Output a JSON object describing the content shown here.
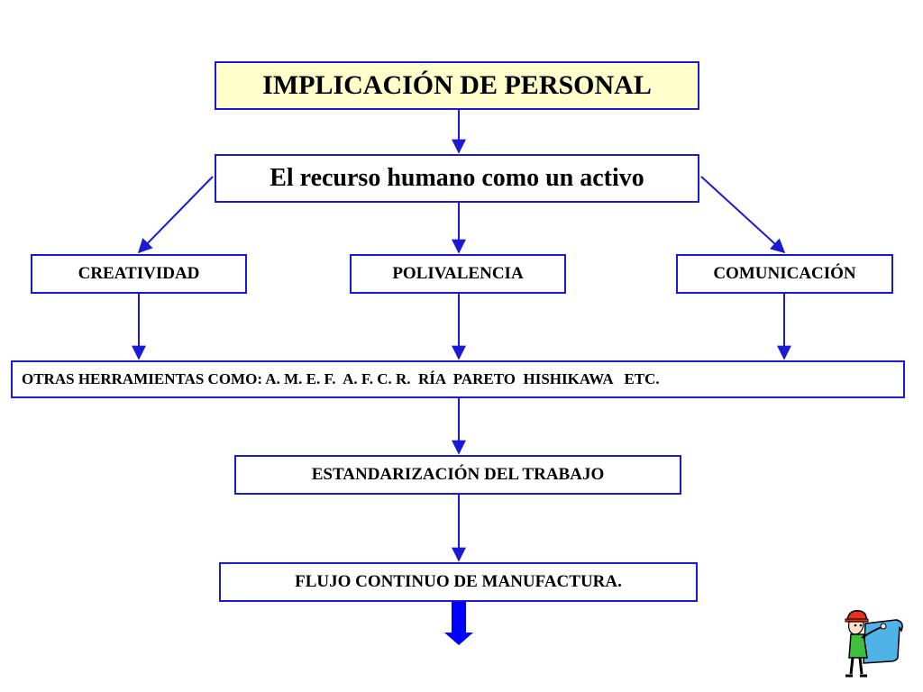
{
  "diagram": {
    "title": "IMPLICACIÓN DE PERSONAL",
    "core": "El recurso humano como un activo",
    "pillars": [
      "CREATIVIDAD",
      "POLIVALENCIA",
      "COMUNICACIÓN"
    ],
    "tools": "OTRAS HERRAMIENTAS COMO: A. M. E. F.  A. F. C. R.  RÍA  PARETO  HISHIKAWA   ETC.",
    "standardization": "ESTANDARIZACIÓN DEL TRABAJO",
    "flow": "FLUJO CONTINUO DE MANUFACTURA."
  },
  "colors": {
    "border": "#1a1ad6",
    "arrow": "#1a1ad6",
    "title_fill": "#ffffcc",
    "big_arrow": "#0000ff"
  },
  "icons": {
    "mascot": "worker-holding-blueprint-icon"
  }
}
